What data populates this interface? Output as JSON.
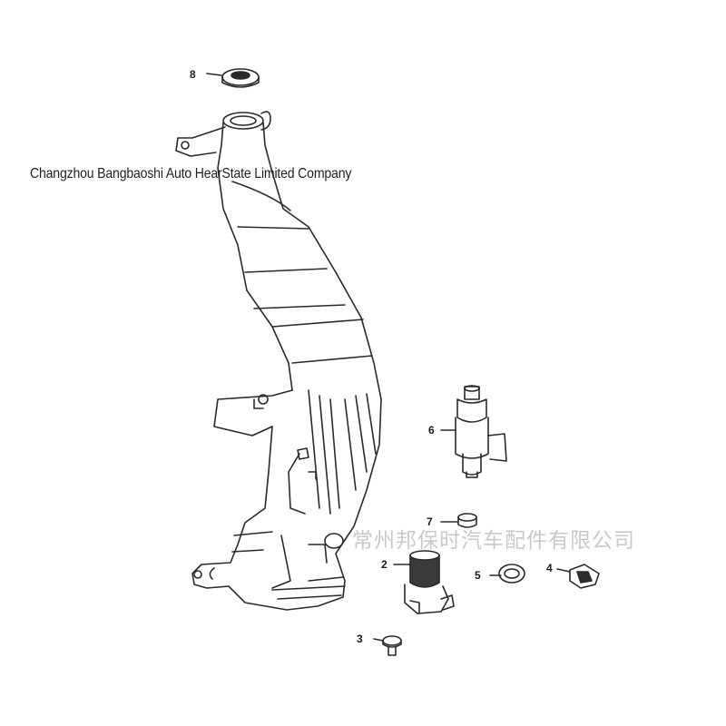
{
  "watermarks": {
    "company_en": "Changzhou Bangbaoshi Auto HearState Limited Company",
    "company_cn": "常州邦保时汽车配件有限公司"
  },
  "callouts": [
    {
      "id": "8",
      "label": "8"
    },
    {
      "id": "6",
      "label": "6"
    },
    {
      "id": "7",
      "label": "7"
    },
    {
      "id": "2",
      "label": "2"
    },
    {
      "id": "5",
      "label": "5"
    },
    {
      "id": "4",
      "label": "4"
    },
    {
      "id": "3",
      "label": "3"
    }
  ],
  "parts": [
    {
      "callout": "8",
      "icon": "filler-cap-icon"
    },
    {
      "callout": "6",
      "icon": "washer-pump-icon"
    },
    {
      "callout": "7",
      "icon": "grommet-icon"
    },
    {
      "callout": "2",
      "icon": "washer-pump-icon"
    },
    {
      "callout": "5",
      "icon": "seal-ring-icon"
    },
    {
      "callout": "4",
      "icon": "clip-icon"
    },
    {
      "callout": "3",
      "icon": "bolt-icon"
    }
  ],
  "colors": {
    "line": "#2a2a2a",
    "dark_part": "#3a3a3a",
    "watermark_cn": "#c9c9c9"
  }
}
